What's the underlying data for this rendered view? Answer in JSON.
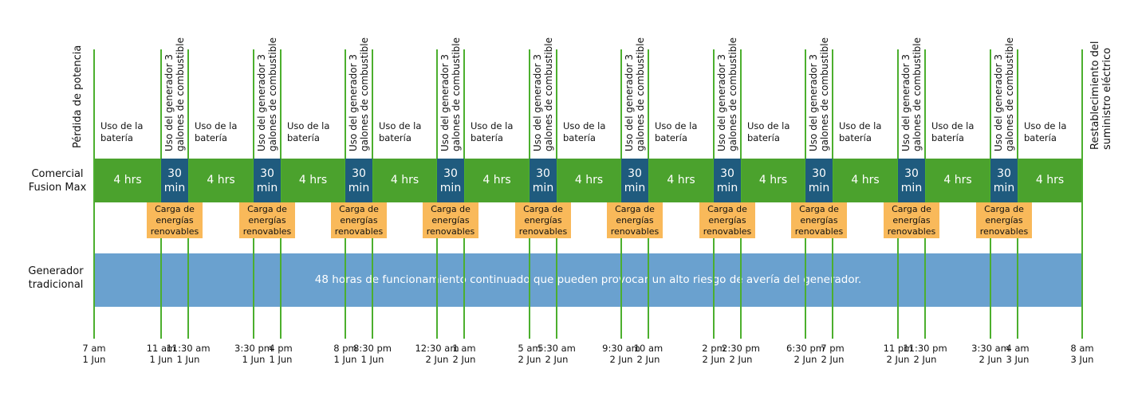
{
  "left_label": "Pérdida de potencia",
  "right_label_1": "Restablecimiento del",
  "right_label_2": "suministro eléctrico",
  "row1_label_1": "Comercial",
  "row1_label_2": "Fusion Max",
  "row2_label_1": "Generador",
  "row2_label_2": "tradicional",
  "gen_use_1": "Uso del generador 3",
  "gen_use_2": "galones de combustible",
  "battery_1": "Uso de la",
  "battery_2": "batería",
  "battery_hrs": "4 hrs",
  "gen_time_1": "30",
  "gen_time_2": "min",
  "renew_1": "Carga de",
  "renew_2": "energías",
  "renew_3": "renovables",
  "traditional_text": "48 horas de funcionamiento continuado que pueden provocar un alto riesgo de avería del generador.",
  "ticks": [
    {
      "time": "7 am",
      "date": "1 Jun"
    },
    {
      "time": "11 am",
      "date": "1 Jun"
    },
    {
      "time": "11:30 am",
      "date": "1 Jun"
    },
    {
      "time": "3:30 pm",
      "date": "1 Jun"
    },
    {
      "time": "4 pm",
      "date": "1 Jun"
    },
    {
      "time": "8 pm",
      "date": "1 Jun"
    },
    {
      "time": "8:30 pm",
      "date": "1 Jun"
    },
    {
      "time": "12:30 am",
      "date": "2 Jun"
    },
    {
      "time": "1 am",
      "date": "2 Jun"
    },
    {
      "time": "5 am",
      "date": "2 Jun"
    },
    {
      "time": "5:30 am",
      "date": "2 Jun"
    },
    {
      "time": "9:30 am",
      "date": "2 Jun"
    },
    {
      "time": "10 am",
      "date": "2 Jun"
    },
    {
      "time": "2 pm",
      "date": "2 Jun"
    },
    {
      "time": "2:30 pm",
      "date": "2 Jun"
    },
    {
      "time": "6:30 pm",
      "date": "2 Jun"
    },
    {
      "time": "7 pm",
      "date": "2 Jun"
    },
    {
      "time": "11 pm",
      "date": "2 Jun"
    },
    {
      "time": "11:30 pm",
      "date": "2 Jun"
    },
    {
      "time": "3:30 am",
      "date": "2 Jun"
    },
    {
      "time": "4 am",
      "date": "3 Jun"
    },
    {
      "time": "8 am",
      "date": "3 Jun"
    }
  ],
  "colors": {
    "battery_band": "#4ba22d",
    "generator_block": "#1f5b7e",
    "renewable_block": "#f9b95a",
    "traditional_band": "#6aa1cf",
    "gridline": "#4caf2e"
  }
}
